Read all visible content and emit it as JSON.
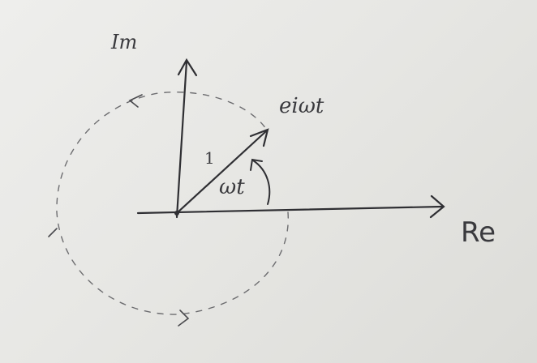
{
  "labels": {
    "imaginary_axis": "Im",
    "real_axis": "Re",
    "exponential": "e^{iωt}",
    "exponential_display": "eiωt",
    "magnitude": "1",
    "angle": "ωt"
  }
}
